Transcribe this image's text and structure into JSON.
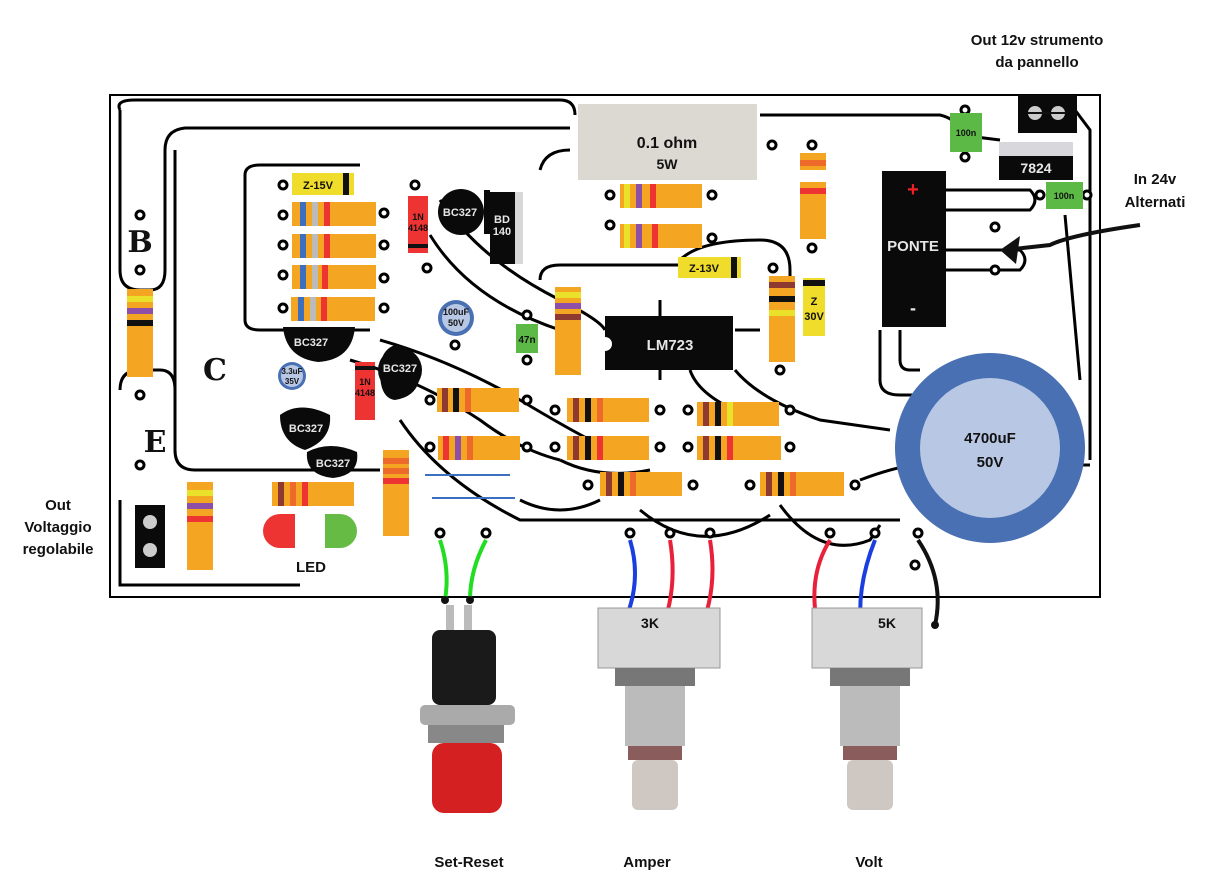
{
  "labels": {
    "out_12v_line1": "Out 12v strumento",
    "out_12v_line2": "da pannello",
    "in_24v_line1": "In 24v",
    "in_24v_line2": "Alternati",
    "out_volt_line1": "Out",
    "out_volt_line2": "Voltaggio",
    "out_volt_line3": "regolabile",
    "led": "LED",
    "set_reset": "Set-Reset",
    "amper": "Amper",
    "volt": "Volt",
    "letter_b": "B",
    "letter_c": "C",
    "letter_e": "E"
  },
  "components": {
    "shunt_line1": "0.1 ohm",
    "shunt_line2": "5W",
    "cap_100n_a": "100n",
    "cap_100n_b": "100n",
    "regulator": "7824",
    "bridge": "PONTE",
    "bridge_plus": "+",
    "bridge_minus": "-",
    "cap_big_line1": "4700uF",
    "cap_big_line2": "50V",
    "ic": "LM723",
    "zener_15": "Z-15V",
    "zener_13": "Z-13V",
    "zener_30_line1": "Z",
    "zener_30_line2": "30V",
    "diode_a_line1": "1N",
    "diode_a_line2": "4148",
    "diode_b_line1": "1N",
    "diode_b_line2": "4148",
    "bd140_line1": "BD",
    "bd140_line2": "140",
    "transistor": "BC327",
    "cap_100u_line1": "100uF",
    "cap_100u_line2": "50V",
    "cap_3u3_line1": "3.3uF",
    "cap_3u3_line2": "35V",
    "cap_47n": "47n",
    "pot_amper": "3K",
    "pot_volt": "5K"
  },
  "colors": {
    "board_trace": "#000000",
    "resistor_body": "#f4a522",
    "zener": "#f0dc2a",
    "diode": "#ee3333",
    "ceramic_cap": "#5cb946",
    "electrolytic": "#4a70b4",
    "wire_red": "#e8203a",
    "wire_blue": "#1a3ee0",
    "wire_green": "#22dd22",
    "led_red": "#ee3333",
    "led_green": "#66bb44"
  }
}
